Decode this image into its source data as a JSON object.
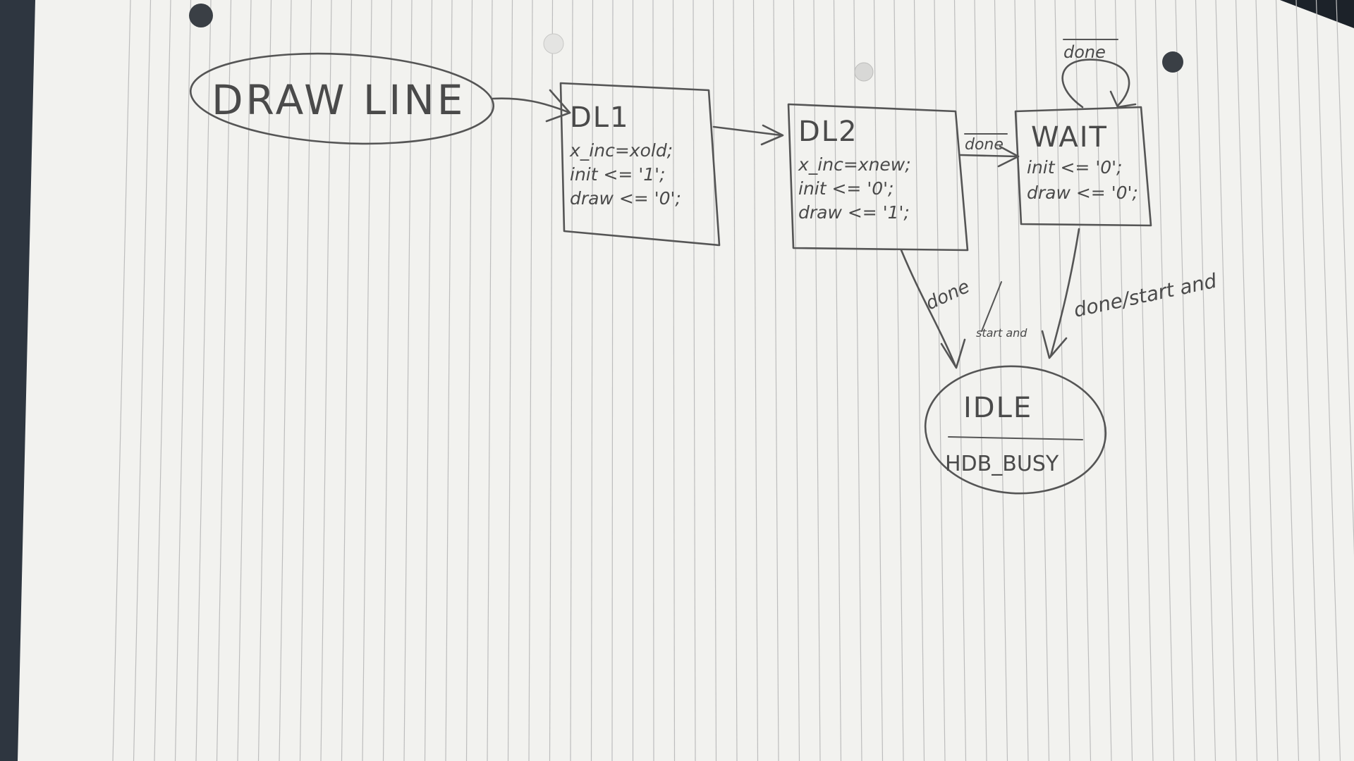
{
  "diagram": {
    "start_label": "DRAW LINE",
    "states": [
      {
        "id": "dl1",
        "name": "DL1",
        "actions": [
          "x_inc=xold;",
          "init <= '1';",
          "draw <= '0';"
        ]
      },
      {
        "id": "dl2",
        "name": "DL2",
        "actions": [
          "x_inc=xnew;",
          "init <= '0';",
          "draw <= '1';"
        ]
      },
      {
        "id": "wait",
        "name": "WAIT",
        "actions": [
          "init <= '0';",
          "draw <= '0';"
        ]
      }
    ],
    "idle": {
      "name": "IDLE",
      "output": "HDB_BUSY"
    },
    "transitions": {
      "wait_self": "done",
      "dl2_to_wait": "done",
      "dl2_to_idle_guard": "done",
      "dl2_to_idle_action": "start and",
      "wait_to_idle": "done/start and"
    }
  },
  "colors": {
    "paper": "#f3f3f1",
    "rule": "#b9b9b9",
    "ink": "#555555",
    "background": "#2e3640"
  }
}
